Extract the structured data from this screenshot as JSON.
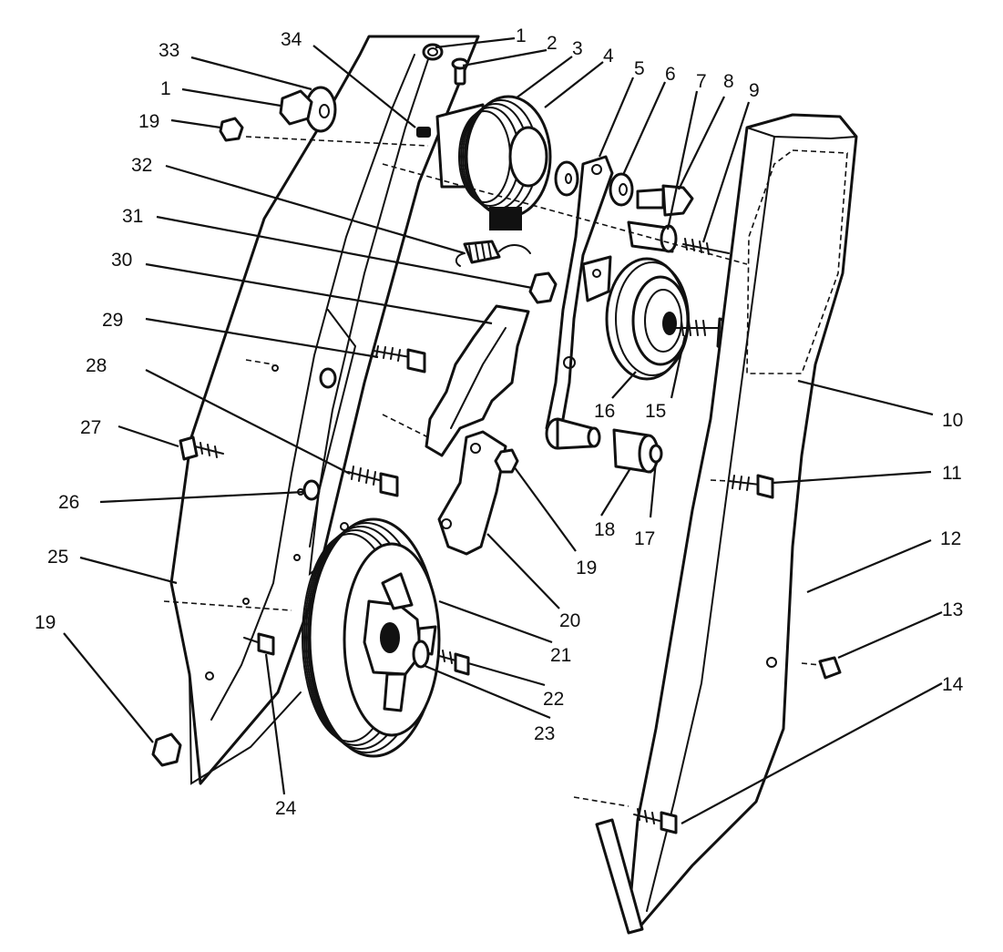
{
  "diagram": {
    "callouts": [
      {
        "id": "c1a",
        "text": "1"
      },
      {
        "id": "c2",
        "text": "2"
      },
      {
        "id": "c3",
        "text": "3"
      },
      {
        "id": "c4",
        "text": "4"
      },
      {
        "id": "c5",
        "text": "5"
      },
      {
        "id": "c6",
        "text": "6"
      },
      {
        "id": "c7",
        "text": "7"
      },
      {
        "id": "c8",
        "text": "8"
      },
      {
        "id": "c9",
        "text": "9"
      },
      {
        "id": "c33",
        "text": "33"
      },
      {
        "id": "c34",
        "text": "34"
      },
      {
        "id": "c1b",
        "text": "1"
      },
      {
        "id": "c19a",
        "text": "19"
      },
      {
        "id": "c32",
        "text": "32"
      },
      {
        "id": "c31",
        "text": "31"
      },
      {
        "id": "c30",
        "text": "30"
      },
      {
        "id": "c29",
        "text": "29"
      },
      {
        "id": "c28",
        "text": "28"
      },
      {
        "id": "c27",
        "text": "27"
      },
      {
        "id": "c26",
        "text": "26"
      },
      {
        "id": "c25",
        "text": "25"
      },
      {
        "id": "c19b",
        "text": "19"
      },
      {
        "id": "c24",
        "text": "24"
      },
      {
        "id": "c23",
        "text": "23"
      },
      {
        "id": "c22",
        "text": "22"
      },
      {
        "id": "c21",
        "text": "21"
      },
      {
        "id": "c20",
        "text": "20"
      },
      {
        "id": "c19c",
        "text": "19"
      },
      {
        "id": "c18",
        "text": "18"
      },
      {
        "id": "c17",
        "text": "17"
      },
      {
        "id": "c16",
        "text": "16"
      },
      {
        "id": "c15",
        "text": "15"
      },
      {
        "id": "c10",
        "text": "10"
      },
      {
        "id": "c11",
        "text": "11"
      },
      {
        "id": "c12",
        "text": "12"
      },
      {
        "id": "c13",
        "text": "13"
      },
      {
        "id": "c14",
        "text": "14"
      }
    ]
  }
}
